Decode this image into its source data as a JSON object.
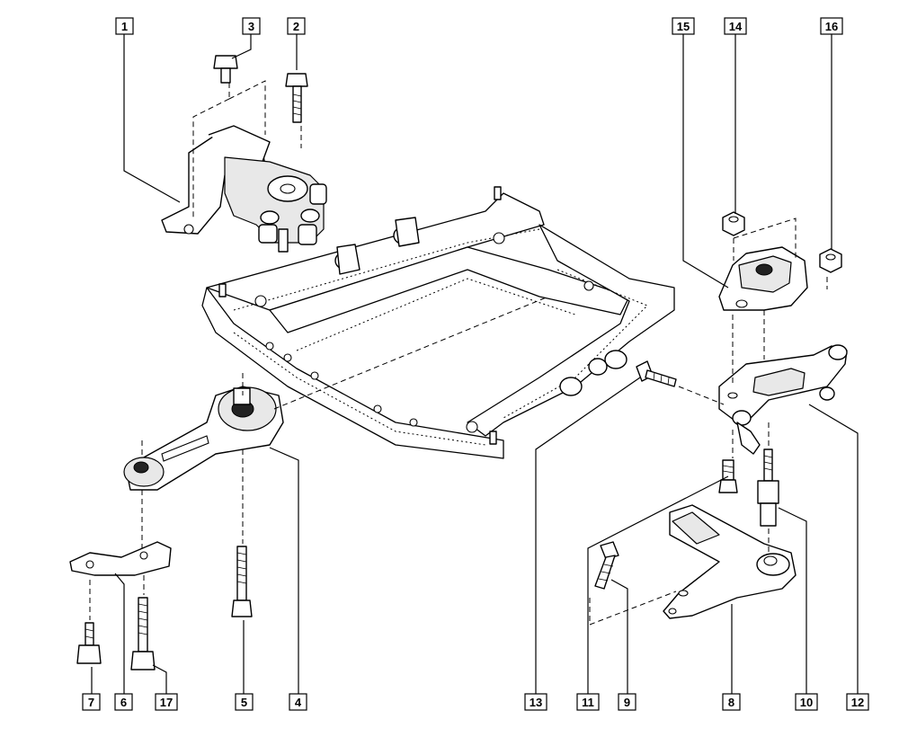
{
  "diagram": {
    "callouts": [
      "1",
      "2",
      "3",
      "4",
      "5",
      "6",
      "7",
      "8",
      "9",
      "10",
      "11",
      "12",
      "13",
      "14",
      "15",
      "16",
      "17"
    ]
  },
  "icons": {
    "parts": [
      "engine-mount-bracket",
      "bolt",
      "subframe",
      "torque-rod",
      "gearbox-mount",
      "mounting-plate",
      "nut",
      "lower-bracket",
      "support-arm"
    ]
  }
}
